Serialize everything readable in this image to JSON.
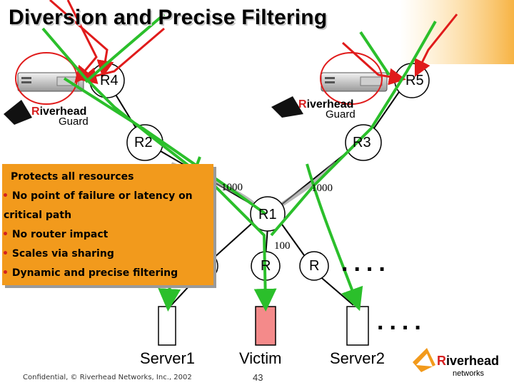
{
  "slide": {
    "title": "Diversion and Precise Filtering",
    "footer": "Confidential, © Riverhead Networks, Inc., 2002",
    "page_number": "43"
  },
  "routers": {
    "r4": "R4",
    "r5": "R5",
    "r2": "R2",
    "r3": "R3",
    "r1": "R1",
    "r_left": "R",
    "r_mid": "R",
    "r_right": "R"
  },
  "links": {
    "r2_r1": "1000",
    "r3_r1": "1000",
    "r1_rmid": "100"
  },
  "servers": {
    "server1": "Server1",
    "victim": "Victim",
    "server2": "Server2"
  },
  "guard_logo": {
    "brand_initial": "R",
    "brand_rest": "iverhead",
    "product": "Guard"
  },
  "corner_logo": {
    "brand_initial": "R",
    "brand_rest": "iverhead",
    "tagline": "networks"
  },
  "info_box": {
    "items": [
      "Protects all resources",
      "No point of failure or latency on",
      "critical  path",
      "No router impact",
      "Scales via sharing",
      "Dynamic and precise filtering"
    ],
    "bullets": [
      "•",
      "•",
      "•",
      "•"
    ]
  },
  "ellipsis": {
    "upper": "....",
    "lower": "...."
  },
  "colors": {
    "attack": "#e01b1b",
    "clean": "#2bbf2b",
    "victim_fill": "#f48a8a",
    "box_fill": "#f29a1c",
    "brand_red": "#d61f1f"
  }
}
